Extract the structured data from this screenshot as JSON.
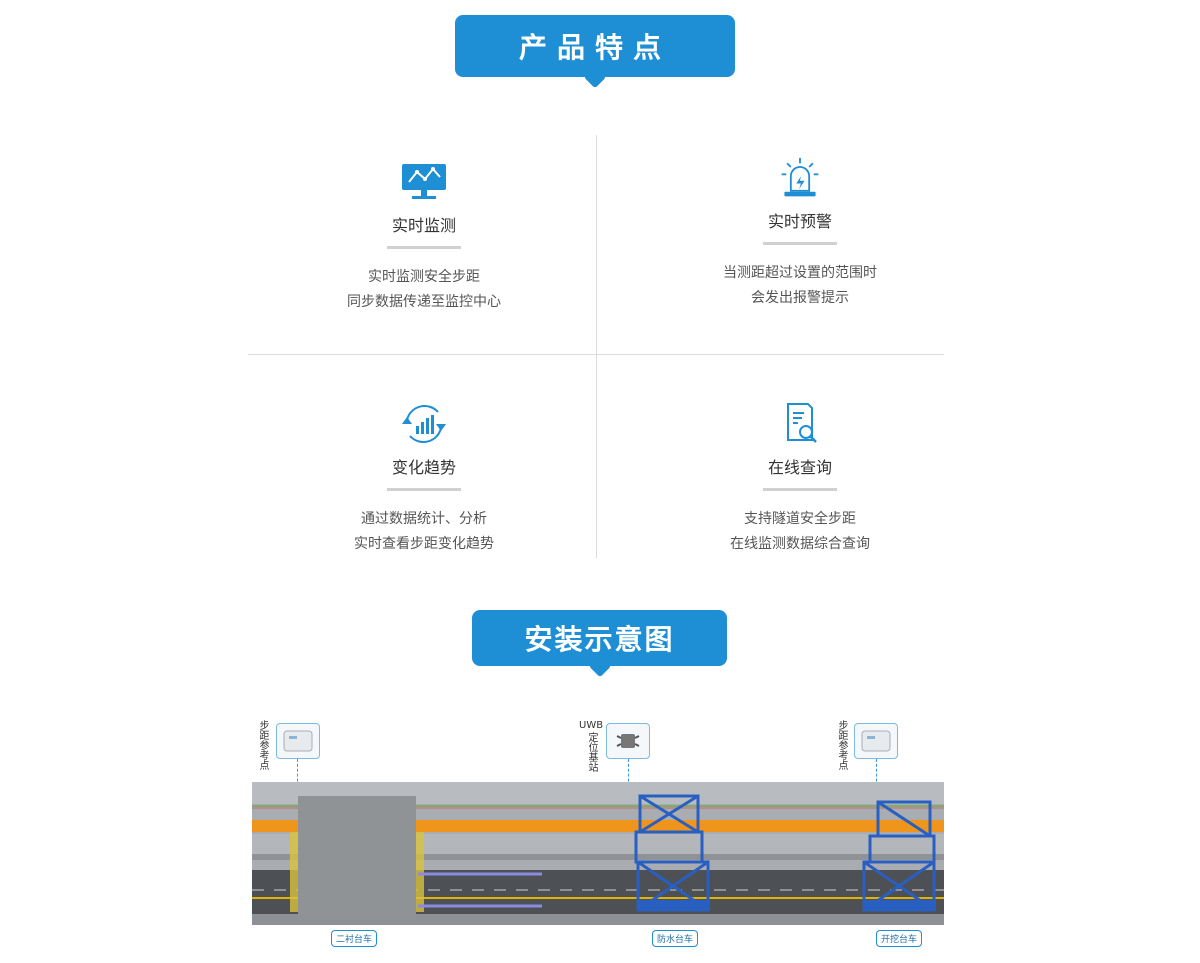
{
  "banners": {
    "features": "产品特点",
    "install": "安装示意图"
  },
  "features": [
    {
      "icon": "monitor-chart-icon",
      "title": "实时监测",
      "desc1": "实时监测安全步距",
      "desc2": "同步数据传递至监控中心"
    },
    {
      "icon": "alarm-light-icon",
      "title": "实时预警",
      "desc1": "当测距超过设置的范围时",
      "desc2": "会发出报警提示"
    },
    {
      "icon": "trend-cycle-icon",
      "title": "变化趋势",
      "desc1": "通过数据统计、分析",
      "desc2": "实时查看步距变化趋势"
    },
    {
      "icon": "document-search-icon",
      "title": "在线查询",
      "desc1": "支持隧道安全步距",
      "desc2": "在线监测数据综合查询"
    }
  ],
  "diagram": {
    "left_callout": "步距参考点",
    "mid_callout_top": "UWB",
    "mid_callout": "定位基站",
    "right_callout": "步距参考点",
    "tag_left": "二衬台车",
    "tag_mid": "防水台车",
    "tag_right": "开挖台车"
  },
  "colors": {
    "accent": "#1f8fd5",
    "scaffold": "#2a5fc2",
    "pipe": "#f0951c"
  }
}
